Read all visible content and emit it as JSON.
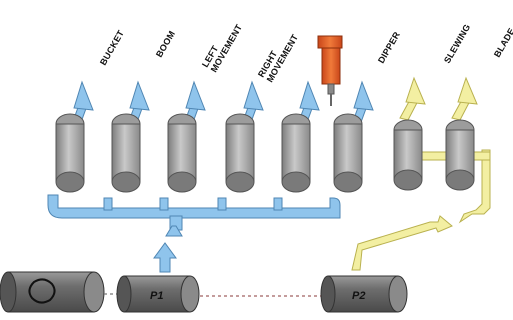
{
  "labels": {
    "bucket": "BUCKET",
    "boom": "BOOM",
    "left_movement": "LEFT\nMOVEMENT",
    "right_movement": "RIGHT\nMOVEMENT",
    "dipper": "DIPPER",
    "slewing": "SLEWING",
    "blade": "BLADE"
  },
  "pumps": {
    "p1": "P1",
    "p2": "P2"
  },
  "colors": {
    "circuit_p1": "#8fc4ec",
    "circuit_p2": "#f3efa2",
    "valve_body": "#b7b7b7",
    "breaker_tool": "#e8652a"
  }
}
